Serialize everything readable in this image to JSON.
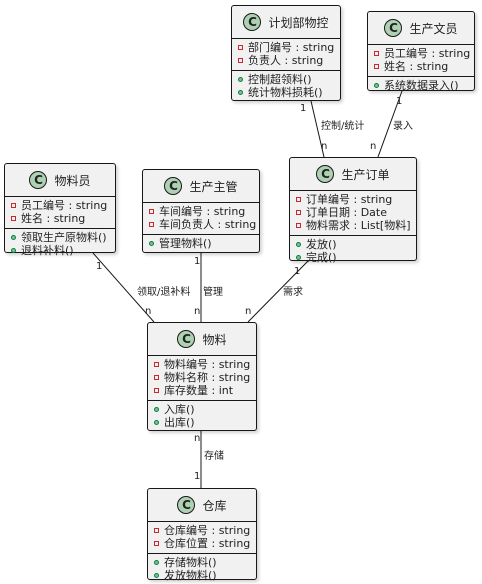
{
  "classes": {
    "plan": {
      "name": "计划部物控",
      "attrs": [
        "部门编号 : string",
        "负责人 : string"
      ],
      "ops": [
        "控制超领料()",
        "统计物料损耗()"
      ]
    },
    "clerk": {
      "name": "生产文员",
      "attrs": [
        "员工编号 : string",
        "姓名 : string"
      ],
      "ops": [
        "系统数据录入()"
      ]
    },
    "order": {
      "name": "生产订单",
      "attrs": [
        "订单编号 : string",
        "订单日期 : Date",
        "物料需求 : List[物料]"
      ],
      "ops": [
        "发放()",
        "完成()"
      ]
    },
    "handler": {
      "name": "物料员",
      "attrs": [
        "员工编号 : string",
        "姓名 : string"
      ],
      "ops": [
        "领取生产原物料()",
        "退料补料()"
      ]
    },
    "supervisor": {
      "name": "生产主管",
      "attrs": [
        "车间编号 : string",
        "车间负责人 : string"
      ],
      "ops": [
        "管理物料()"
      ]
    },
    "material": {
      "name": "物料",
      "attrs": [
        "物料编号 : string",
        "物料名称 : string",
        "库存数量 : int"
      ],
      "ops": [
        "入库()",
        "出库()"
      ]
    },
    "warehouse": {
      "name": "仓库",
      "attrs": [
        "仓库编号 : string",
        "仓库位置 : string"
      ],
      "ops": [
        "存储物料()",
        "发放物料()"
      ]
    }
  },
  "class_icon": "C",
  "relations": {
    "plan_order": {
      "label": "控制/统计",
      "from_mult": "1",
      "to_mult": "n"
    },
    "clerk_order": {
      "label": "录入",
      "from_mult": "1",
      "to_mult": "n"
    },
    "handler_material": {
      "label": "领取/退补料",
      "from_mult": "1",
      "to_mult": "n"
    },
    "supervisor_material": {
      "label": "管理",
      "from_mult": "1",
      "to_mult": "n"
    },
    "order_material": {
      "label": "需求",
      "from_mult": "1",
      "to_mult": "n"
    },
    "material_warehouse": {
      "label": "存储",
      "from_mult": "n",
      "to_mult": "1"
    }
  },
  "colors": {
    "class_fill": "#f1f1f1",
    "icon_fill": "#add1b2",
    "attr_marker": "#c82930",
    "op_marker": "#84be84",
    "line": "#181818"
  }
}
